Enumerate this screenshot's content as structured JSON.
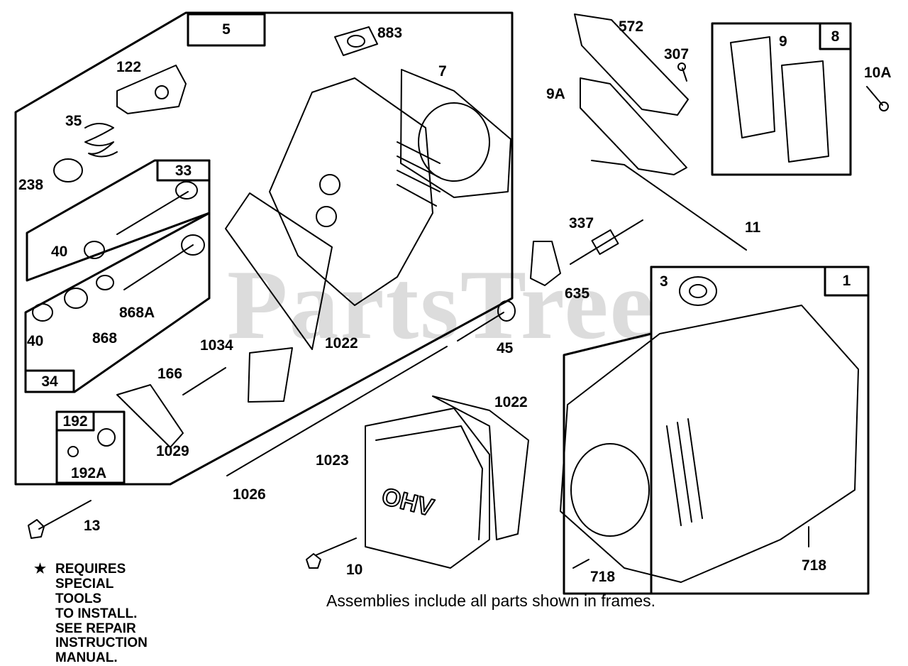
{
  "watermark": "PartsTree",
  "frames": {
    "f5": "5",
    "f33": "33",
    "f34": "34",
    "f192": "192",
    "f8": "8",
    "f1": "1"
  },
  "labels": {
    "p883": "883",
    "p7": "7",
    "p122": "122",
    "p35": "35",
    "p238": "238",
    "p40a": "40",
    "p868A": "868A",
    "p868": "868",
    "p40b": "40",
    "p1034": "1034",
    "p1022a": "1022",
    "p166": "166",
    "p1029": "1029",
    "p192A": "192A",
    "p13": "13",
    "p1026": "1026",
    "p1023": "1023",
    "p1022b": "1022",
    "p10": "10",
    "p45": "45",
    "p572": "572",
    "p307": "307",
    "p9A": "9A",
    "p9": "9",
    "p10A": "10A",
    "p11": "11",
    "p337": "337",
    "p635": "635",
    "p3": "3",
    "p718a": "718",
    "p718b": "718"
  },
  "note": {
    "star": "★",
    "line1": "REQUIRES SPECIAL TOOLS",
    "line2": "TO INSTALL.  SEE REPAIR",
    "line3": "INSTRUCTION MANUAL."
  },
  "footer": "Assemblies include all parts shown in frames."
}
